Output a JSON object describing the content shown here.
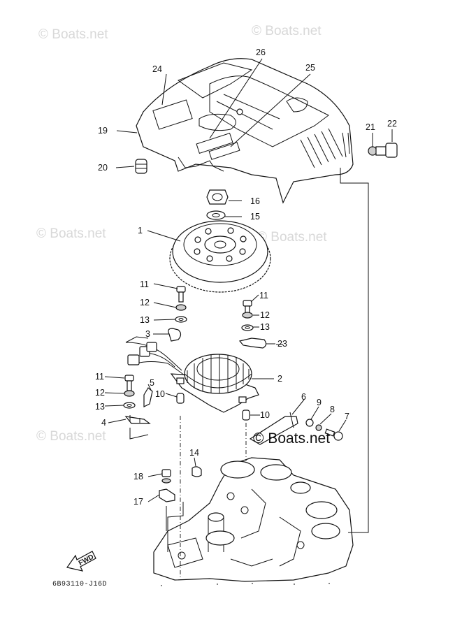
{
  "watermarks": [
    "© Boats.net",
    "© Boats.net",
    "© Boats.net",
    "© Boats.net",
    "© Boats.net",
    "© Boats.net"
  ],
  "watermark_main": "© Boats.net",
  "drawing_code": "6B93110-J16D",
  "fwd_label": "FWD",
  "callouts": {
    "c1": "1",
    "c2": "2",
    "c3": "3",
    "c4": "4",
    "c5": "5",
    "c6": "6",
    "c7": "7",
    "c8": "8",
    "c9": "9",
    "c10a": "10",
    "c10b": "10",
    "c11a": "11",
    "c11b": "11",
    "c11c": "11",
    "c12a": "12",
    "c12b": "12",
    "c12c": "12",
    "c13a": "13",
    "c13b": "13",
    "c13c": "13",
    "c14": "14",
    "c15": "15",
    "c16": "16",
    "c17": "17",
    "c18": "18",
    "c19": "19",
    "c20": "20",
    "c21": "21",
    "c22": "22",
    "c23": "23",
    "c24": "24",
    "c25": "25",
    "c26": "26"
  },
  "colors": {
    "line": "#111111",
    "watermark": "#d8d8d8",
    "background": "#ffffff"
  }
}
